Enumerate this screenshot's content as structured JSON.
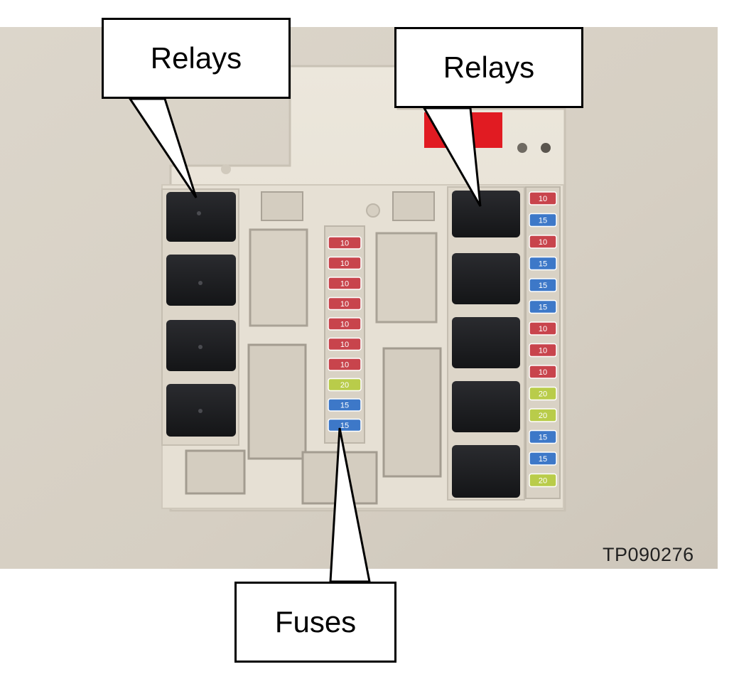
{
  "callouts": {
    "relays_left": "Relays",
    "relays_right": "Relays",
    "fuses": "Fuses"
  },
  "photo_code": "TP090276",
  "center_fuse_ratings": [
    "10",
    "10",
    "10",
    "10",
    "10",
    "10",
    "10",
    "20",
    "15",
    "15"
  ],
  "right_fuse_ratings": [
    "10",
    "15",
    "10",
    "15",
    "15",
    "15",
    "10",
    "10",
    "10",
    "20",
    "20",
    "15",
    "15",
    "20"
  ],
  "colors": {
    "background_wall": "#d9d3c8",
    "fuse_box_housing": "#e8e2d6",
    "relay_black": "#1e1f22",
    "fuse_10A_red": "#c8444c",
    "fuse_15A_blue": "#3d78c8",
    "fuse_20A_yellow": "#b9cc4a",
    "label_red": "#e11b22"
  }
}
